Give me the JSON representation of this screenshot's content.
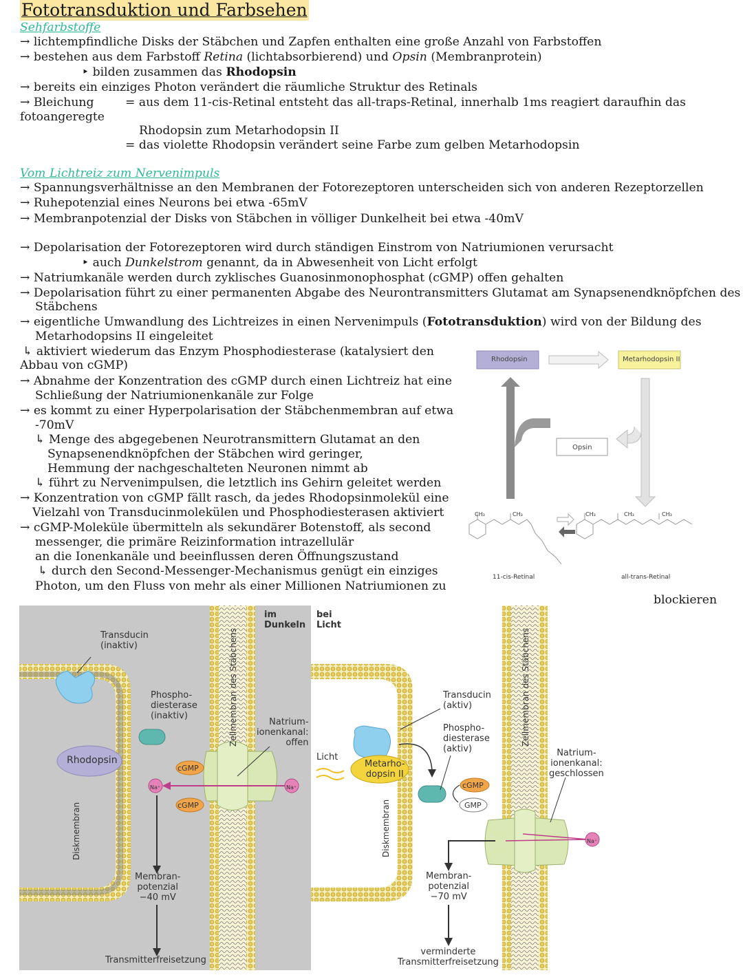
{
  "title": "Fototransduktion und Farbsehen",
  "section1": {
    "heading": "Sehfarbstoffe",
    "l1": "→ lichtempfindliche Disks der Stäbchen und Zapfen enthalten eine große Anzahl von Farbstoffen",
    "l2a": "→ bestehen aus dem Farbstoff ",
    "l2b": "Retina",
    "l2c": " (lichtabsorbierend) und ",
    "l2d": "Opsin",
    "l2e": " (Membranprotein)",
    "l3a": "‣  bilden zusammen das ",
    "l3b": "Rhodopsin",
    "l4": "→ bereits ein einziges Photon verändert die räumliche Struktur des Retinals",
    "l5a": "→ Bleichung",
    "l5b": "= aus dem 11-cis-Retinal entsteht das all-traps-Retinal, innerhalb 1ms reagiert daraufhin das",
    "l6": "fotoangeregte",
    "l7": "Rhodopsin zum Metarhodopsin II",
    "l8": "= das violette Rhodopsin verändert seine Farbe zum gelben Metarhodopsin"
  },
  "section2": {
    "heading": "Vom Lichtreiz zum Nervenimpuls",
    "lines": [
      "→ Spannungsverhältnisse an den Membranen der Fotorezeptoren unterscheiden sich von anderen Rezeptorzellen",
      "→ Ruhepotenzial eines Neurons bei etwa -65mV",
      "→ Membranpotenzial der Disks von Stäbchen in völliger Dunkelheit bei etwa -40mV"
    ],
    "d1": "→ Depolarisation der Fotorezeptoren wird durch ständigen Einstrom von Natriumionen verursacht",
    "d2a": "‣  auch ",
    "d2b": "Dunkelstrom",
    "d2c": " genannt, da in Abwesenheit von Licht erfolgt",
    "d3": "→ Natriumkanäle werden durch zyklisches Guanosinmonophosphat (cGMP) offen gehalten",
    "d4": "→ Depolarisation führt zu einer permanenten Abgabe des Neurontransmitters Glutamat am Synapsenendknöpfchen des",
    "d5": "Stäbchens",
    "d6a": "→ eigentliche Umwandlung des Lichtreizes in einen Nervenimpuls (",
    "d6b": "Fototransduktion",
    "d6c": ") wird von der Bildung des",
    "d7": "Metarhodopsins II eingeleitet",
    "d8": "↳ aktiviert wiederum das Enzym Phosphodiesterase (katalysiert den",
    "d9": "Abbau von cGMP)",
    "d10": "→ Abnahme der Konzentration des cGMP durch einen Lichtreiz hat eine",
    "d11": "Schließung der Natriumionenkanäle zur Folge",
    "d12": "→ es kommt zu einer Hyperpolarisation der Stäbchenmembran auf etwa",
    "d13": "-70mV",
    "d14": "↳ Menge des abgegebenen Neurotransmittern Glutamat an den",
    "d15": "Synapsenendknöpfchen der Stäbchen wird geringer,",
    "d16": "Hemmung der nachgeschalteten Neuronen nimmt ab",
    "d17": "↳ führt zu Nervenimpulsen, die letztlich ins Gehirn geleitet werden",
    "d18": "→ Konzentration von cGMP fällt rasch, da jedes Rhodopsinmolekül eine",
    "d19": "Vielzahl von Transducinmolekülen und Phosphodiesterasen aktiviert",
    "d20": "→ cGMP-Moleküle übermitteln als sekundärer Botenstoff, als second",
    "d21": "messenger, die primäre Reizinformation intrazellulär",
    "d22": "an die Ionenkanäle und beeinflussen deren Öffnungszustand",
    "d23": "↳ durch den Second-Messenger-Mechanismus genügt ein einziges",
    "d24": "Photon, um den Fluss von mehr als einer Millionen Natriumionen zu",
    "d25": "blockieren"
  },
  "cycle": {
    "rhodopsin": "Rhodopsin",
    "metarhodopsin": "Metarhodopsin II",
    "opsin": "Opsin",
    "cis": "11-cis-Retinal",
    "trans": "all-trans-Retinal",
    "ch3": "CH₃",
    "colors": {
      "rhodopsin": "#b3afd6",
      "meta": "#f6f19a"
    }
  },
  "membrane": {
    "dark_title": "im\nDunkeln",
    "light_title": "bei\nLicht",
    "transducin_inactive": "Transducin\n(inaktiv)",
    "pde_inactive": "Phospho-\ndiesterase\n(inaktiv)",
    "channel_open": "Natrium-\nionenkanal:\noffen",
    "rhodopsin": "Rhodopsin",
    "cgmp": "cGMP",
    "na": "Na⁺",
    "diskmembran": "Diskmembran",
    "zellmembran": "Zellmembran des Stäbchens",
    "potential_dark": "Membran-\npotenzial\n−40 mV",
    "release_dark": "Transmitterfreisetzung",
    "licht": "Licht",
    "meta": "Metarho-\ndopsin II",
    "transducin_active": "Transducin\n(aktiv)",
    "pde_active": "Phospho-\ndiesterase\n(aktiv)",
    "gmp": "GMP",
    "channel_closed": "Natrium-\nionenkanal:\ngeschlossen",
    "potential_light": "Membran-\npotenzial\n−70 mV",
    "release_light": "verminderte\nTransmitterfreisetzung"
  }
}
